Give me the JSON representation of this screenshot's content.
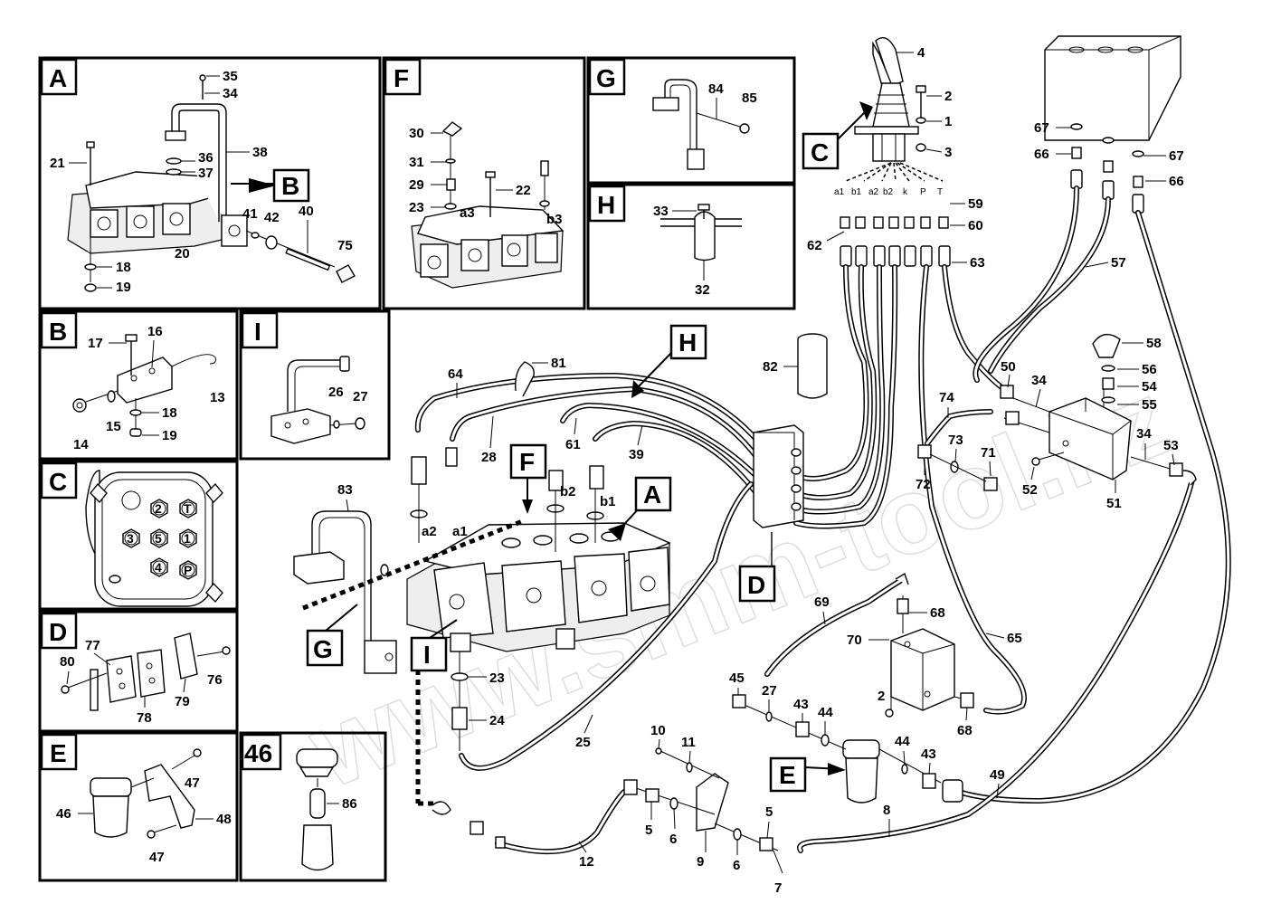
{
  "watermark": "www.smm-tool.kz",
  "inset_labels": {
    "A": "A",
    "B": "B",
    "C": "C",
    "D": "D",
    "E": "E",
    "F": "F",
    "G": "G",
    "H": "H",
    "I": "I",
    "N46": "46"
  },
  "ports": {
    "a1": "a1",
    "a2": "a2",
    "a3": "a3",
    "b1": "b1",
    "b2": "b2",
    "b3": "b3"
  },
  "joystick_ports": {
    "a1": "a1",
    "b1": "b1",
    "a2": "a2",
    "b2": "b2",
    "k": "k",
    "P": "P",
    "T": "T"
  },
  "joystick_face": {
    "n2": "2",
    "nT": "T",
    "n3": "3",
    "n5": "5",
    "n1": "1",
    "n4": "4",
    "nP": "P"
  },
  "callouts": {
    "c35": "35",
    "c34": "34",
    "c21": "21",
    "c36": "36",
    "c37": "37",
    "c38": "38",
    "c41": "41",
    "c42": "42",
    "c40": "40",
    "c75": "75",
    "c18": "18",
    "c19": "19",
    "c20": "20",
    "c30": "30",
    "c31": "31",
    "c29": "29",
    "c22": "22",
    "c23": "23",
    "c84": "84",
    "c85": "85",
    "c33": "33",
    "c32": "32",
    "c17": "17",
    "c16": "16",
    "c13": "13",
    "c14": "14",
    "c15": "15",
    "c26": "26",
    "c27": "27",
    "c80": "80",
    "c77": "77",
    "c78": "78",
    "c79": "79",
    "c76": "76",
    "c46": "46",
    "c47": "47",
    "c48": "48",
    "c86": "86",
    "c4": "4",
    "c2": "2",
    "c1": "1",
    "c3": "3",
    "c59": "59",
    "c60": "60",
    "c62": "62",
    "c63": "63",
    "c67": "67",
    "c66": "66",
    "c57": "57",
    "c58": "58",
    "c56": "56",
    "c54": "54",
    "c55": "55",
    "c50": "50",
    "c74": "74",
    "c73": "73",
    "c71": "71",
    "c72": "72",
    "c52": "52",
    "c51": "51",
    "c53": "53",
    "c64": "64",
    "c81": "81",
    "c82": "82",
    "c28": "28",
    "c61": "61",
    "c39": "39",
    "c83": "83",
    "c24": "24",
    "c25": "25",
    "c69": "69",
    "c68": "68",
    "c70": "70",
    "c65": "65",
    "c45": "45",
    "c43": "43",
    "c44": "44",
    "c10": "10",
    "c11": "11",
    "c5": "5",
    "c6": "6",
    "c9": "9",
    "c7": "7",
    "c8": "8",
    "c12": "12",
    "c49": "49"
  }
}
